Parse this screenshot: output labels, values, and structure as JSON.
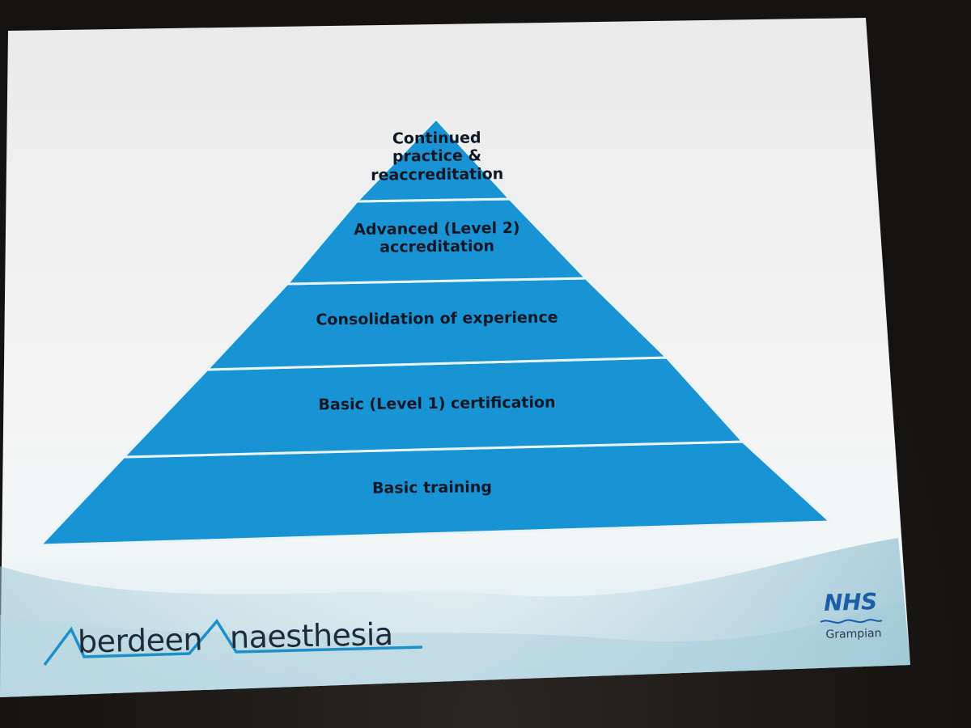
{
  "diagram": {
    "type": "pyramid",
    "tiers": [
      {
        "id": "tier-top",
        "lines": [
          "Continued",
          "practice &",
          "reaccreditation"
        ]
      },
      {
        "id": "tier-2",
        "lines": [
          "Advanced (Level 2)",
          "accreditation"
        ]
      },
      {
        "id": "tier-3",
        "lines": [
          "Consolidation of experience"
        ]
      },
      {
        "id": "tier-4",
        "lines": [
          "Basic (Level 1) certification"
        ]
      },
      {
        "id": "tier-base",
        "lines": [
          "Basic training"
        ]
      }
    ],
    "fill_color": "#1893d4",
    "separator_color": "#e9f3f8",
    "text_color": "#101826"
  },
  "branding": {
    "left_logo": {
      "text": "Aberdeen Anaesthesia",
      "part1": "berdeen",
      "part2": "naesthesia"
    },
    "right_logo": {
      "main": "NHS",
      "sub": "Grampian"
    }
  }
}
